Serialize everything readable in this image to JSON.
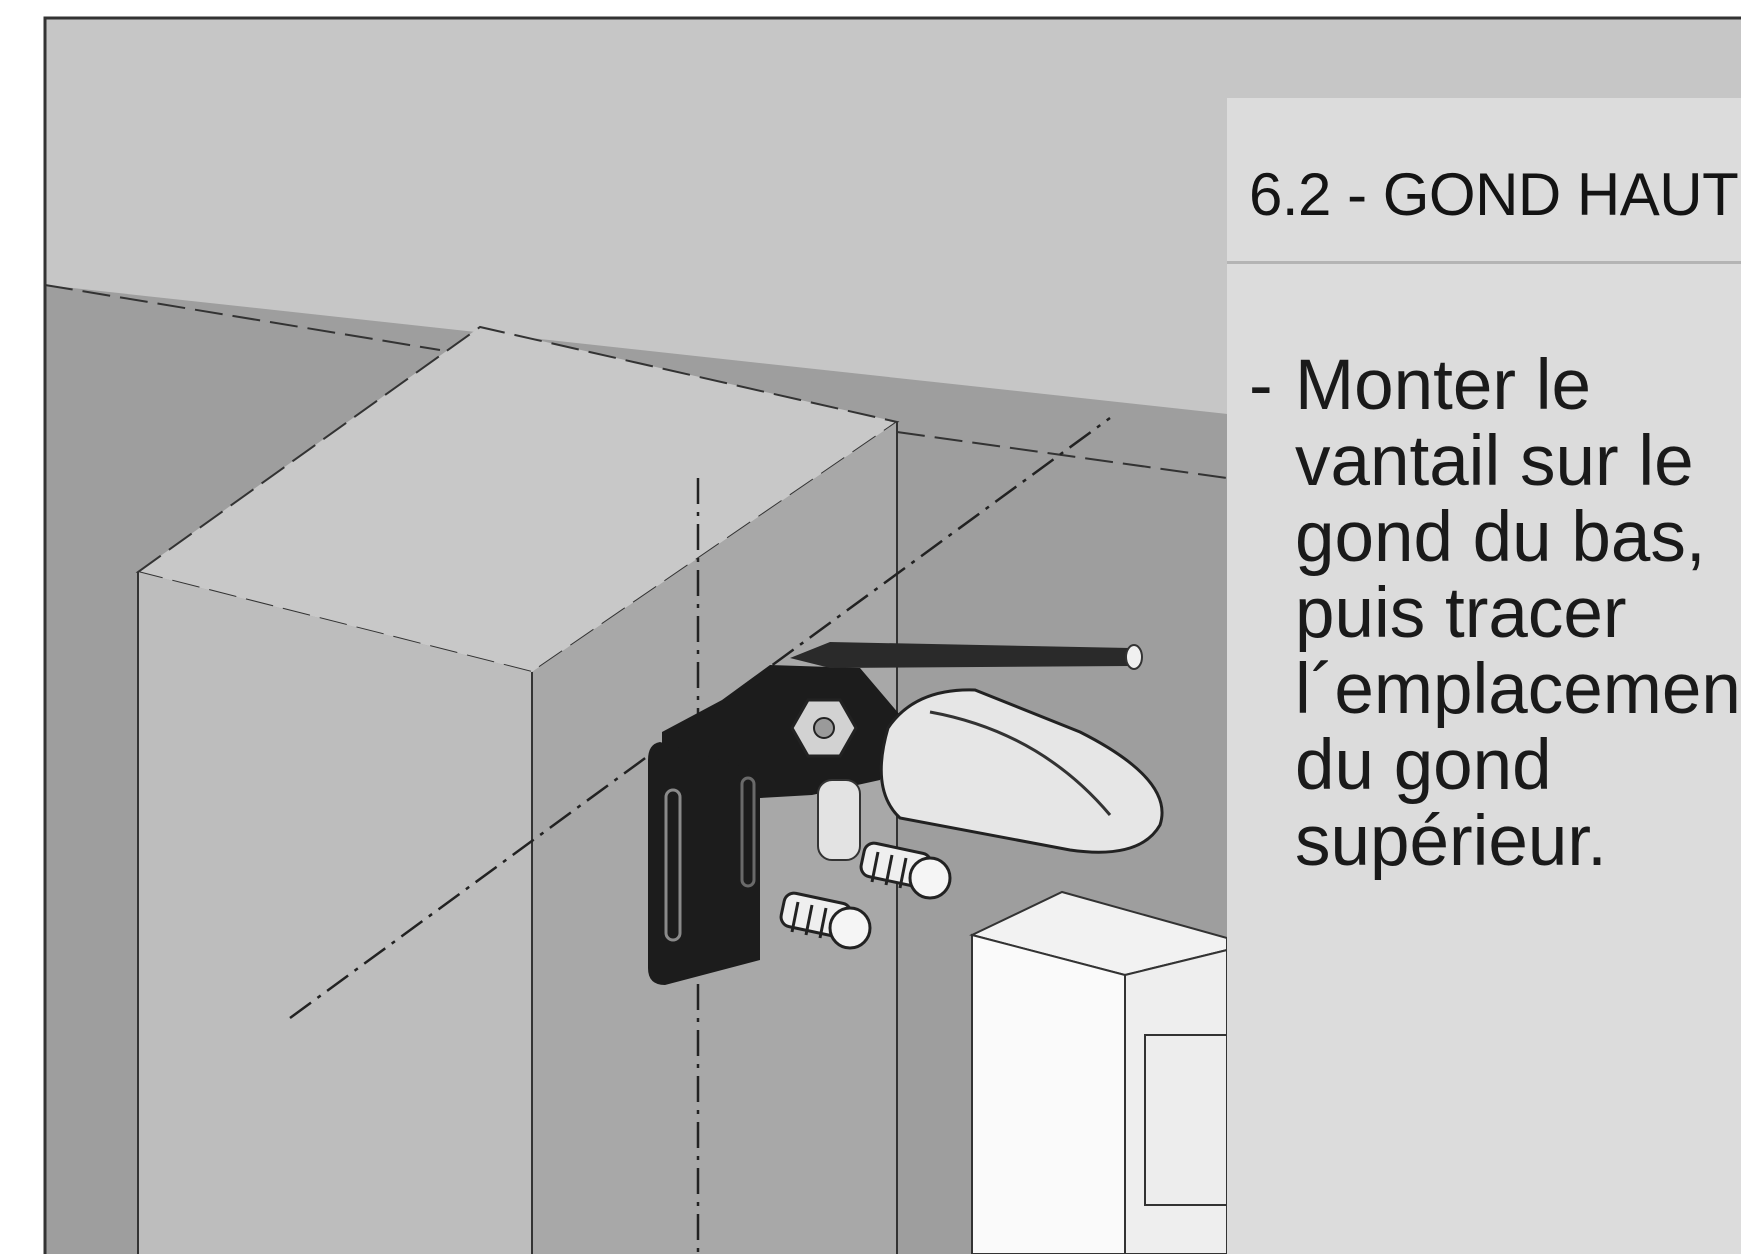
{
  "panel": {
    "title": "6.2 - GOND HAUT",
    "instruction": {
      "bullet": "-",
      "lines": [
        "Monter le",
        "vantail sur le",
        "gond du bas,",
        "puis tracer",
        "l´emplacement",
        "du gond",
        "supérieur."
      ]
    }
  },
  "colors": {
    "panel_background": "#dcdcdc",
    "wall": "#9e9e9e",
    "pillar_top": "#c8c8c8",
    "pillar_front": "#bdbdbd",
    "pillar_side": "#a8a8a8",
    "hinge_bracket": "#1c1c1c",
    "gate_leaf": "#f7f7f7"
  }
}
